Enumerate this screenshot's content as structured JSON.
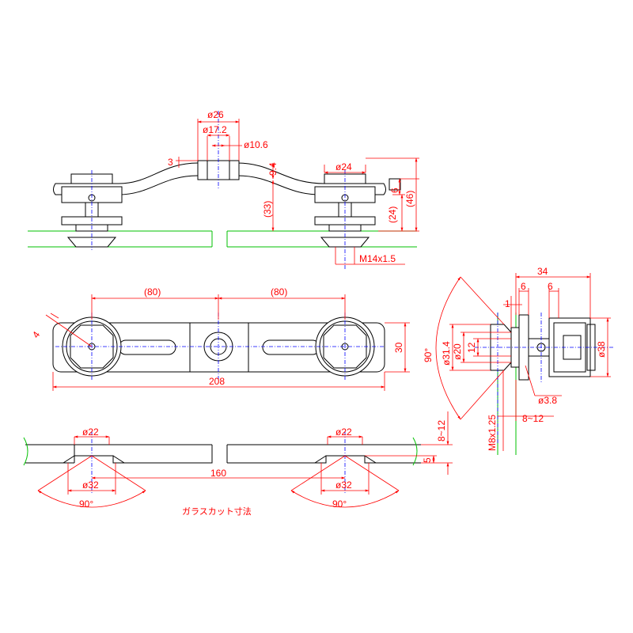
{
  "colors": {
    "object": "#000000",
    "dimension": "#ff0000",
    "centerline": "#0000ff",
    "glass": "#00c000",
    "background": "#ffffff"
  },
  "side_view": {
    "d26": "ø26",
    "d17_2": "ø17.2",
    "d10_6": "ø10.6",
    "d24": "ø24",
    "dim_3": "3",
    "dim_9_4": "9.4",
    "dim_33": "(33)",
    "dim_24": "(24)",
    "dim_6": "6",
    "dim_46": "(46)",
    "thread": "M14x1.5"
  },
  "plan_view": {
    "spacing_left": "(80)",
    "spacing_right": "(80)",
    "overall_length": "208",
    "height": "30",
    "corner_4": "4"
  },
  "glass_cut": {
    "d22_left": "ø22",
    "d22_right": "ø22",
    "d32_left": "ø32",
    "d32_right": "ø32",
    "angle_left": "90°",
    "angle_right": "90°",
    "center_distance": "160",
    "dim_8_12": "8~12",
    "dim_5": "5",
    "note": "ガラスカット寸法"
  },
  "fitting_view": {
    "dim_34": "34",
    "dim_6a": "6",
    "dim_6b": "6",
    "dim_1": "1",
    "angle": "90°",
    "d31_4": "ø31.4",
    "d20": "ø20",
    "dim_12": "12",
    "d38": "ø38",
    "d3_8": "ø3.8",
    "thread": "M8x1.25",
    "dim_8_12": "8~12"
  }
}
